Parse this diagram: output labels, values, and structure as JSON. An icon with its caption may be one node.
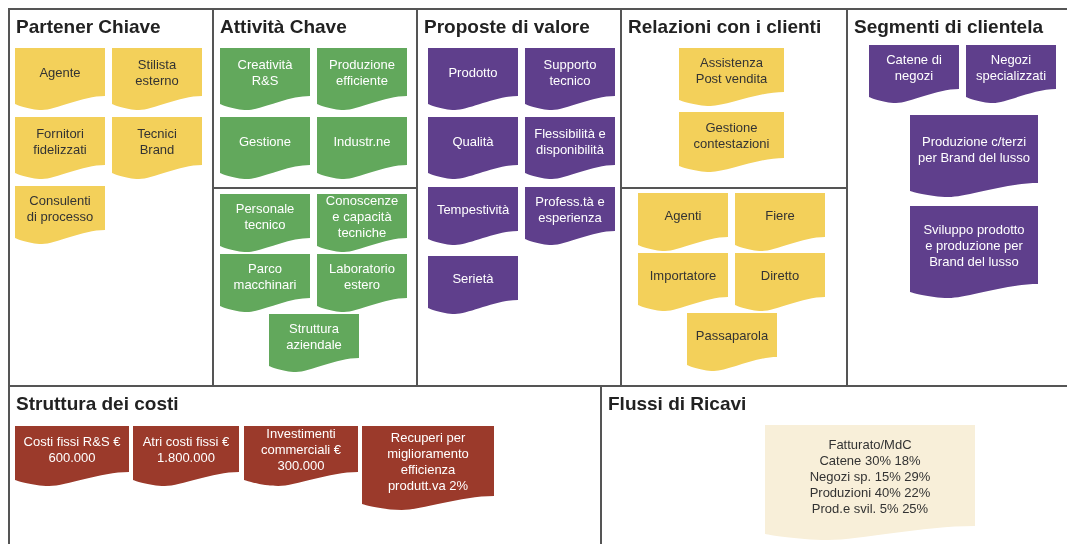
{
  "diagram": {
    "nodes": [
      {
        "text": [
          "Partener Chiave"
        ]
      },
      {
        "text": [
          "Agente"
        ],
        "in": 0
      },
      {
        "text": [
          "Stilista esterno"
        ],
        "in": 0
      },
      {
        "text": [
          "Fornitori fidelizzati"
        ],
        "in": 0
      },
      {
        "text": [
          "Tecnici Brand"
        ],
        "in": 0
      },
      {
        "text": [
          "Consulenti di processo"
        ],
        "in": 0
      },
      {
        "text": [
          "Attività Chave"
        ]
      },
      {
        "text": [
          "Creatività R&S"
        ],
        "in": 6
      },
      {
        "text": [
          "Produzione efficiente"
        ],
        "in": 6
      },
      {
        "text": [
          "Gestione"
        ],
        "in": 6
      },
      {
        "text": [
          "Industr.ne"
        ],
        "in": 6
      },
      {
        "text": [
          "Personale tecnico"
        ],
        "in": 6
      },
      {
        "text": [
          "Conoscenze e capacità tecniche"
        ],
        "in": 6
      },
      {
        "text": [
          "Parco macchinari"
        ],
        "in": 6
      },
      {
        "text": [
          "Laboratorio estero"
        ],
        "in": 6
      },
      {
        "text": [
          "Struttura aziendale"
        ],
        "in": 6
      },
      {
        "text": [
          "Proposte di valore"
        ]
      },
      {
        "text": [
          "Prodotto"
        ],
        "in": 16
      },
      {
        "text": [
          "Supporto tecnico"
        ],
        "in": 16
      },
      {
        "text": [
          "Qualità"
        ],
        "in": 16
      },
      {
        "text": [
          "Flessibilità e disponibilità"
        ],
        "in": 16
      },
      {
        "text": [
          "Tempestività"
        ],
        "in": 16
      },
      {
        "text": [
          "Profess.tà e esperienza"
        ],
        "in": 16
      },
      {
        "text": [
          "Serietà"
        ],
        "in": 16
      },
      {
        "text": [
          "Relazioni con i clienti"
        ]
      },
      {
        "text": [
          "Assistenza Post vendita"
        ],
        "in": 24
      },
      {
        "text": [
          "Gestione contestazioni"
        ],
        "in": 24
      },
      {
        "text": [
          "Agenti"
        ],
        "in": 24
      },
      {
        "text": [
          "Fiere"
        ],
        "in": 24
      },
      {
        "text": [
          "Importatore"
        ],
        "in": 24
      },
      {
        "text": [
          "Diretto"
        ],
        "in": 24
      },
      {
        "text": [
          "Passaparola"
        ],
        "in": 24
      },
      {
        "text": [
          "Segmenti di clientela"
        ]
      },
      {
        "text": [
          "Catene di negozi"
        ],
        "in": 32
      },
      {
        "text": [
          "Negozi specializzati"
        ],
        "in": 32
      },
      {
        "text": [
          "Produzione c/terzi per Brand del lusso"
        ],
        "in": 32
      },
      {
        "text": [
          "Sviluppo prodotto e produzione per Brand del lusso"
        ],
        "in": 32
      },
      {
        "text": [
          "Struttura dei costi"
        ]
      },
      {
        "text": [
          "Costi fissi R&S € 600.000"
        ],
        "in": 37
      },
      {
        "text": [
          "Atri costi fissi € 1.800.000"
        ],
        "in": 37
      },
      {
        "text": [
          "Investimenti commerciali € 300.000"
        ],
        "in": 37
      },
      {
        "text": [
          "Recuperi per miglioramento efficienza produtt.va 2%"
        ],
        "in": 37
      },
      {
        "text": [
          "Flussi di Ricavi"
        ]
      },
      {
        "text": [
          "Fatturato/MdC",
          "Catene 30% 18%",
          "Negozi sp. 15% 29%",
          "Produzioni 40% 22%",
          "Prod.e svil. 5% 25%"
        ],
        "in": 42
      }
    ],
    "edges": []
  }
}
